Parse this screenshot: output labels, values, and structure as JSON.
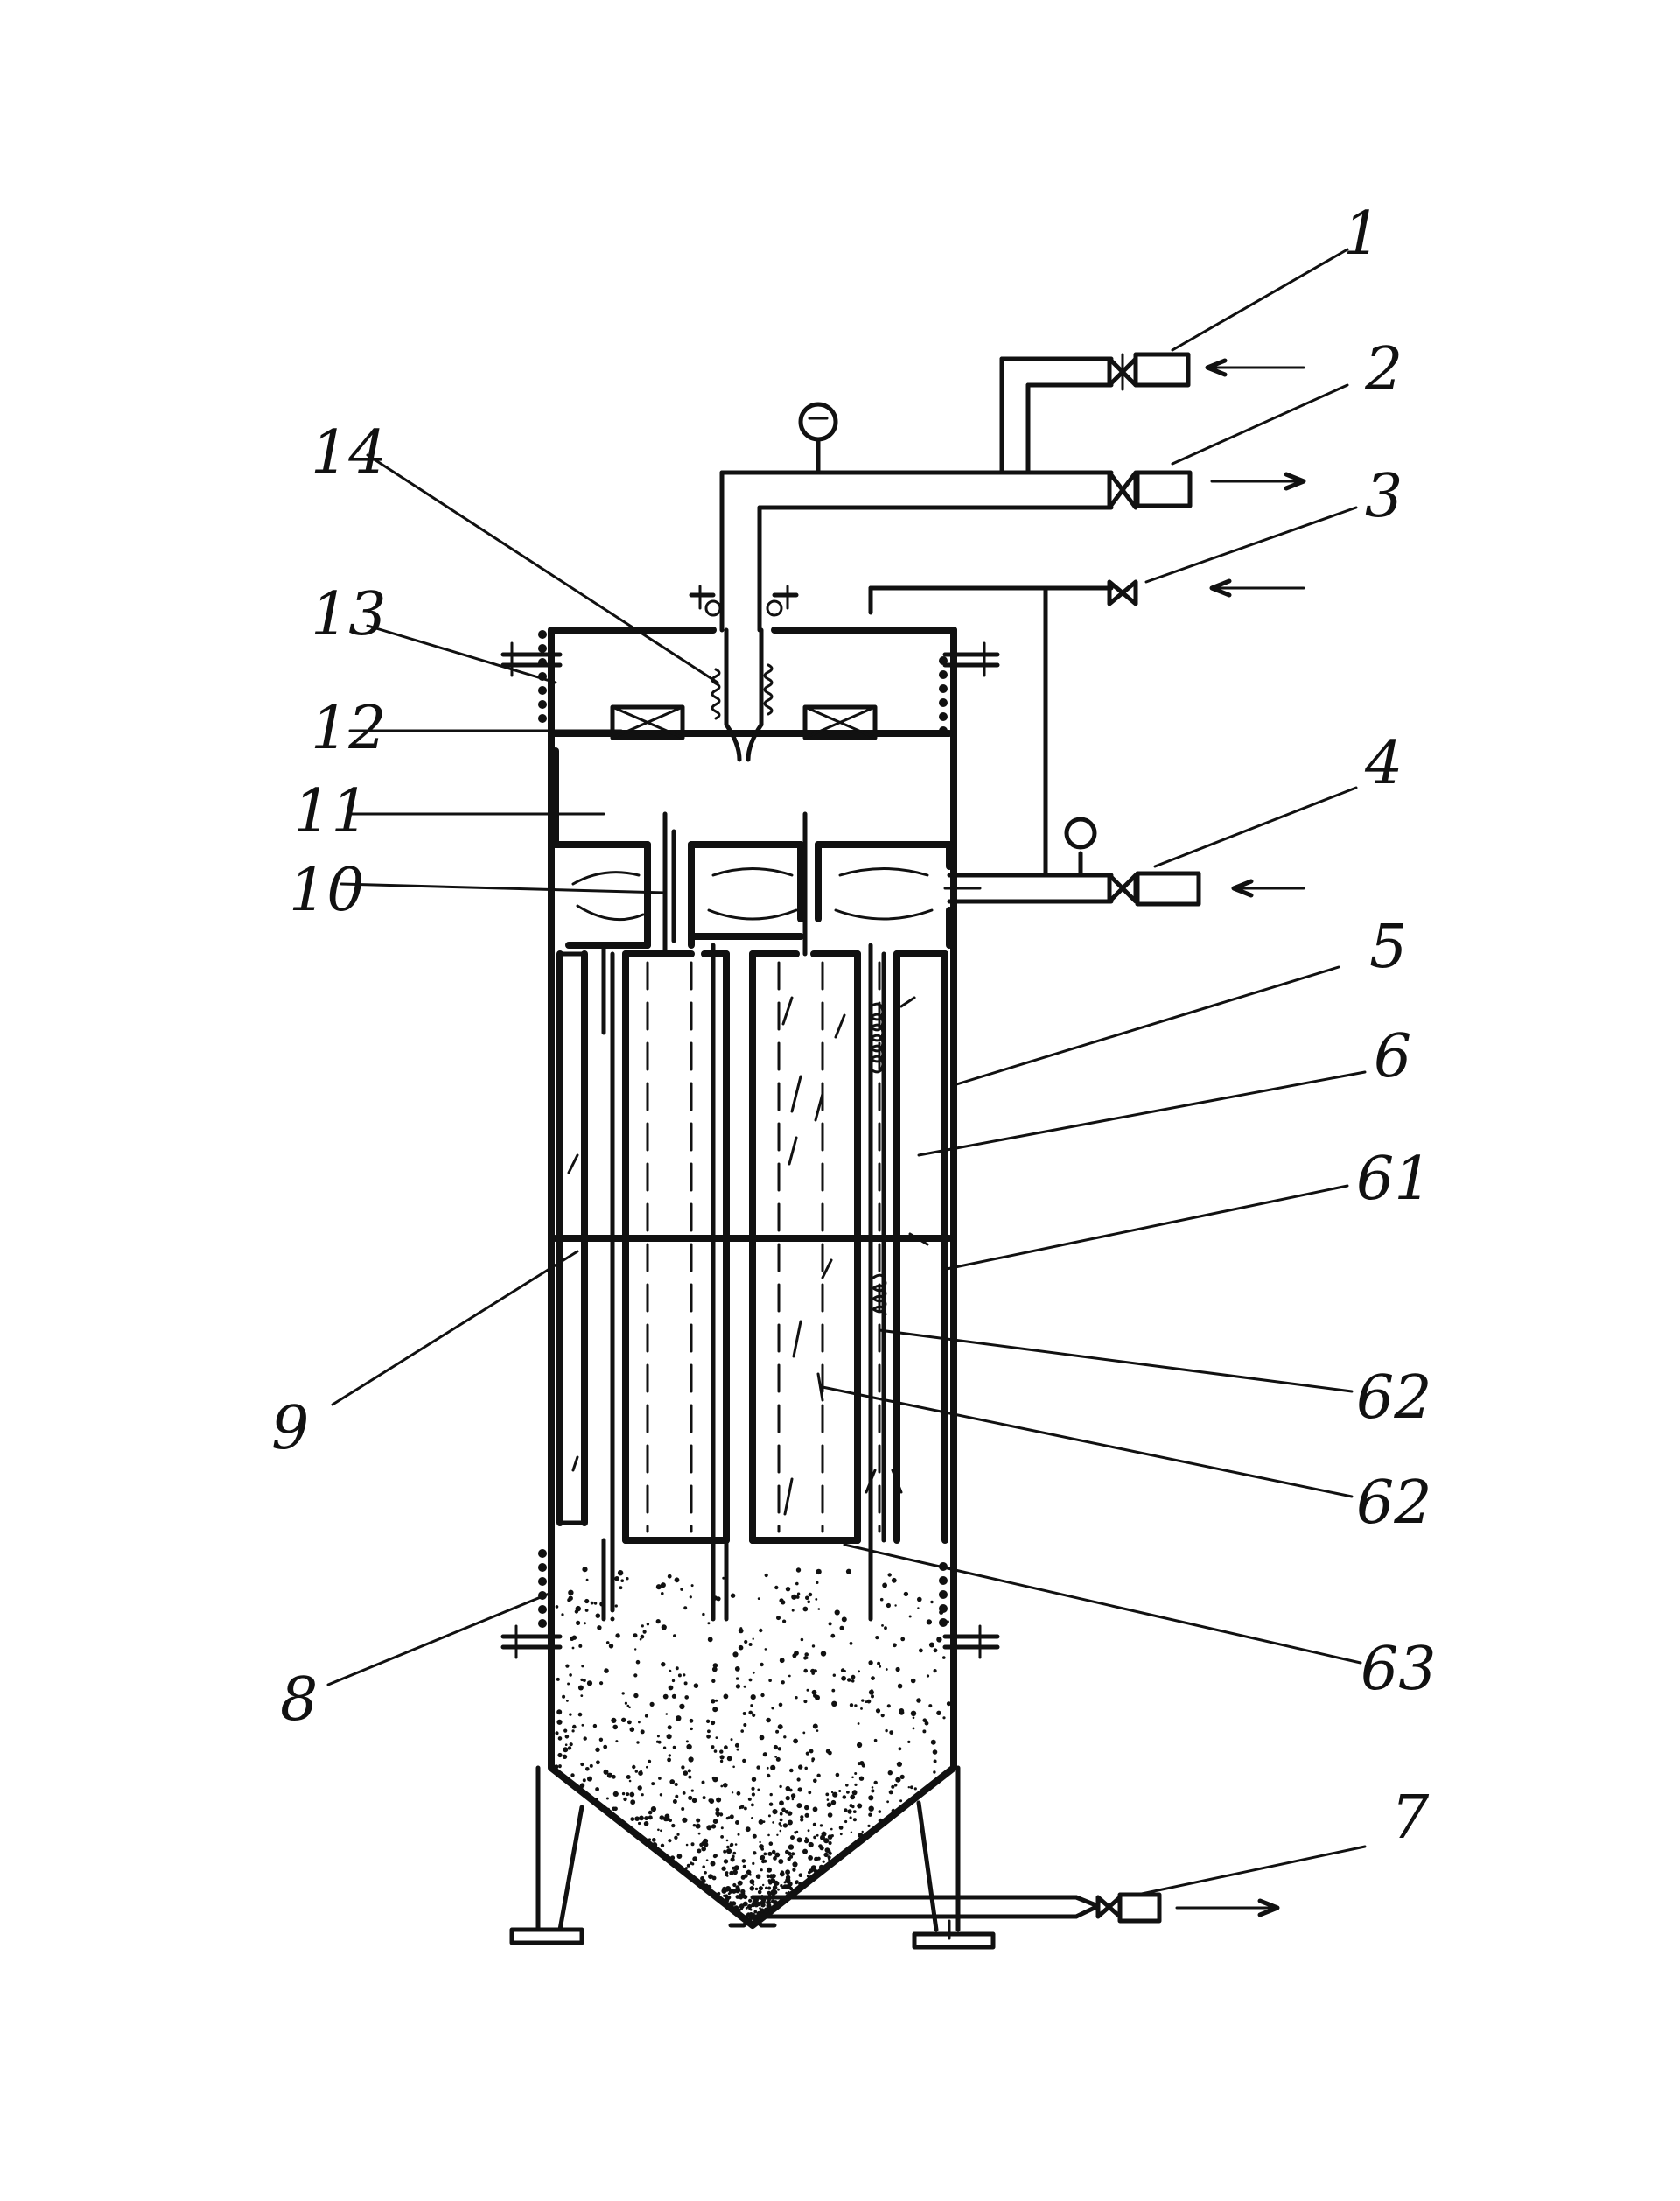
{
  "labels": {
    "l1": "1",
    "l2": "2",
    "l3": "3",
    "l4": "4",
    "l5": "5",
    "l6": "6",
    "l61": "61",
    "l62a": "62",
    "l62b": "62",
    "l63": "63",
    "l7": "7",
    "l8": "8",
    "l9": "9",
    "l10": "10",
    "l11": "11",
    "l12": "12",
    "l13": "13",
    "l14": "14"
  }
}
